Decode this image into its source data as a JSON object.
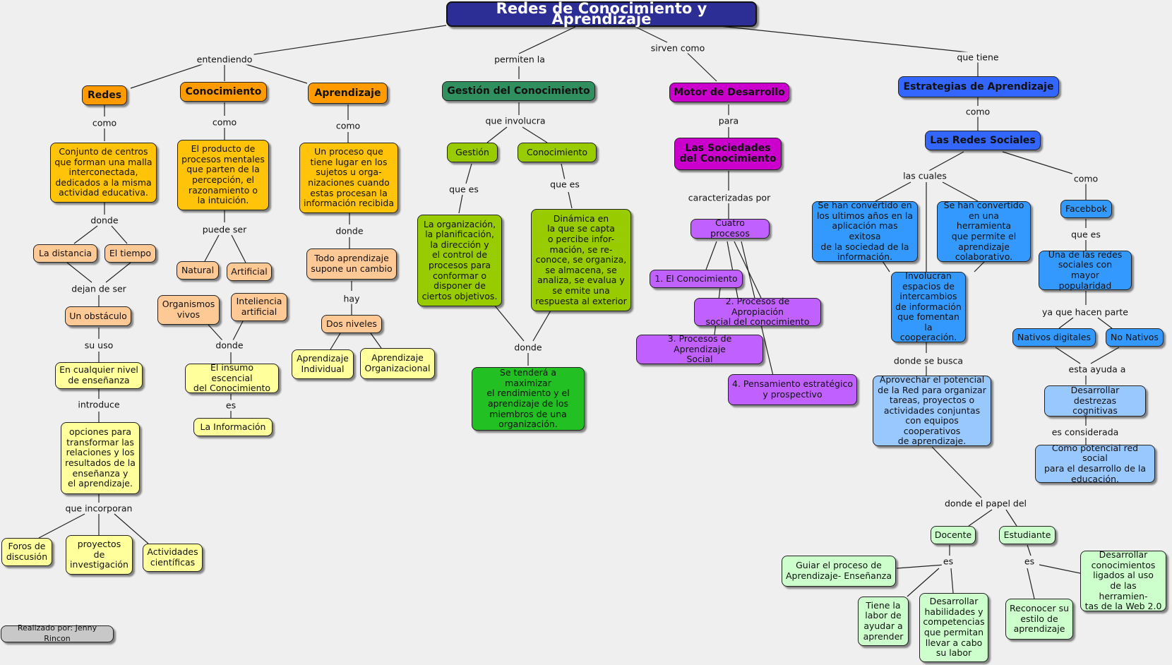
{
  "title": "Redes de Conocimiento y Aprendizaje",
  "credit": "Realizado por: Jenny Rincon",
  "nodes": {
    "redes": "Redes",
    "conocimiento": "Conocimiento",
    "aprendizaje": "Aprendizaje",
    "gestion_conocimiento": "Gestión del Conocimiento",
    "motor": "Motor de Desarrollo",
    "estrategias": "Estrategias de Aprendizaje",
    "redes_def": "Conjunto de centros\nque forman una malla\ninterconectada,\ndedicados a la misma\nactividad educativa.",
    "conocimiento_def": "El producto de\nprocesos mentales\nque parten de la\npercepción, el\nrazonamiento o\nla intuición.",
    "aprendizaje_def": "Un proceso que\ntiene lugar en los\nsujetos u orga-\nnizaciones cuando\nestas procesan la\ninformación recibida",
    "distancia": "La distancia",
    "tiempo": "El tiempo",
    "obstaculo": "Un obstáculo",
    "nivel": "En cualquier nivel\nde enseñanza",
    "opciones": "opciones para\ntransformar las\nrelaciones y los\nresultados de la\nenseñanza y\nel aprendizaje.",
    "foros": "Foros de\ndiscusión",
    "proyectos": "proyectos\nde\ninvestigación",
    "actividades": "Actividades\ncientíficas",
    "natural": "Natural",
    "artificial": "Artificial",
    "organismos": "Organismos\nvivos",
    "inteligencia": "Inteliencia\nartificial",
    "insumo": "El insumo escencial\ndel Conocimiento",
    "informacion": "La Información",
    "cambio": "Todo aprendizaje\nsupone un cambio",
    "dos_niveles": "Dos niveles",
    "individual": "Aprendizaje\nIndividual",
    "organizacional": "Aprendizaje\nOrganizacional",
    "gestion": "Gestión",
    "conocimiento2": "Conocimiento",
    "gestion_def": "La organización,\nla planificación,\nla dirección y\nel control de\nprocesos para\nconformar o\ndisponer de\nciertos objetivos.",
    "conocimiento2_def": "Dinámica en\nla que se capta\no percibe infor-\nmación, se re-\nconoce, se organiza,\nse almacena, se\nanaliza, se evalua y\nse emite una\nrespuesta al exterior",
    "maximizar": "Se tenderá a maximizar\nel rendimiento y el\naprendizaje de los\nmiembros de una\norganización.",
    "sociedades": "Las Sociedades\ndel Conocimiento",
    "cuatro": "Cuatro procesos",
    "p1": "1. El Conocimiento",
    "p2": "2. Procesos de Apropiación\nsocial del conocimiento",
    "p3": "3. Procesos de Aprendizaje\nSocial",
    "p4": "4. Pensamiento estratégico\ny prospectivo",
    "redes_sociales": "Las Redes Sociales",
    "rs1": "Se han convertido en\nlos ultimos años en la\naplicación mas exitosa\nde la sociedad de la\ninformación.",
    "rs2": "Se han convertido\nen una herramienta\nque permite el\naprendizaje\ncolaborativo.",
    "involucran": "Involucran\nespacios de\nintercambios\nde información\nque fomentan\nla cooperación.",
    "aprovechar": "Aprovechar el potencial\nde  la Red para organizar\ntareas, proyectos o\nactividades conjuntas\ncon equipos cooperativos\nde aprendizaje.",
    "facebook": "Facebbok",
    "popularidad": "Una de las redes\nsociales con mayor\npopularidad",
    "nativos": "Nativos digitales",
    "no_nativos": "No Nativos",
    "destrezas": "Desarrollar destrezas\ncognitivas",
    "potencial": "Como potencial red social\npara el desarrollo de la\neducación.",
    "docente": "Docente",
    "estudiante": "Estudiante",
    "guiar": "Guiar el proceso de\nAprendizaje- Enseñanza",
    "labor": "Tiene la\nlabor de\nayudar a\naprender",
    "habilidades": "Desarrollar\nhabilidades y\ncompetencias\nque permitan\nllevar a cabo\nsu labor",
    "estilo": "Reconocer su\nestilo de\naprendizaje",
    "web20": "Desarrollar\nconocimientos\nligados al uso\nde las herramien-\ntas de la Web 2.0"
  },
  "labels": {
    "entendiendo": "entendiendo",
    "permiten_la": "permiten la",
    "sirven_como": "sirven como",
    "que_tiene": "que tiene",
    "como_redes": "como",
    "como_conoc": "como",
    "como_aprend": "como",
    "donde_redes": "donde",
    "dejan_de_ser": "dejan de ser",
    "su_uso": "su uso",
    "introduce": "introduce",
    "que_incorporan": "que incorporan",
    "puede_ser": "puede ser",
    "donde_conoc": "donde",
    "es": "es",
    "donde_aprend": "donde",
    "hay": "hay",
    "que_involucra": "que involucra",
    "que_es_1": "que es",
    "que_es_2": "que es",
    "donde_gestion": "donde",
    "para": "para",
    "caracterizadas_por": "caracterizadas por",
    "como_estr": "como",
    "las_cuales": "las cuales",
    "como_rs": "como",
    "que_es_fb": "que es",
    "ya_que": "ya que hacen parte",
    "esta_ayuda": "esta ayuda a",
    "es_considerada": "es considerada",
    "donde_se_busca": "donde se busca",
    "donde_el_papel": "donde el papel del",
    "es_docente": "es",
    "es_estudiante": "es"
  },
  "colors": {
    "title_bg": "#2d2d96",
    "orange": "#ff9a00",
    "gold": "#ffc30a",
    "peach": "#ffc996",
    "yellow": "#ffff9c",
    "teal": "#2f8f5e",
    "lime": "#99cc00",
    "green": "#22c022",
    "magenta": "#cc00cc",
    "violet": "#c060ff",
    "blue": "#3366ff",
    "sky": "#3399ff",
    "light_blue": "#99c8ff",
    "mint": "#ccffcc",
    "background": "#efefef"
  }
}
